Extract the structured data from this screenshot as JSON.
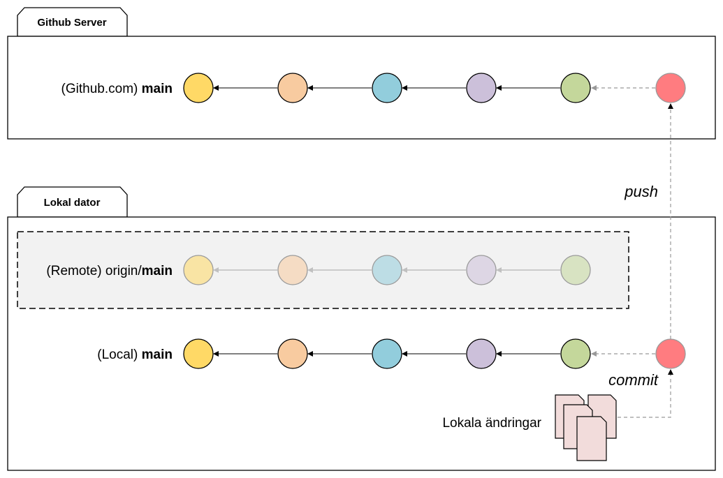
{
  "server": {
    "tab_label": "Github Server",
    "branch_prefix": "(Github.com) ",
    "branch_name": "main"
  },
  "local": {
    "tab_label": "Lokal dator",
    "remote_prefix": "(Remote) origin/",
    "remote_name": "main",
    "local_prefix": "(Local) ",
    "local_name": "main",
    "changes_label": "Lokala ändringar"
  },
  "actions": {
    "push": "push",
    "commit": "commit"
  },
  "commit_colors": [
    "#ffd966",
    "#f8cba0",
    "#92cddc",
    "#ccc0da",
    "#c4d79b"
  ],
  "new_commit_color": "#ff7c80",
  "document_color": "#f2dcdb"
}
